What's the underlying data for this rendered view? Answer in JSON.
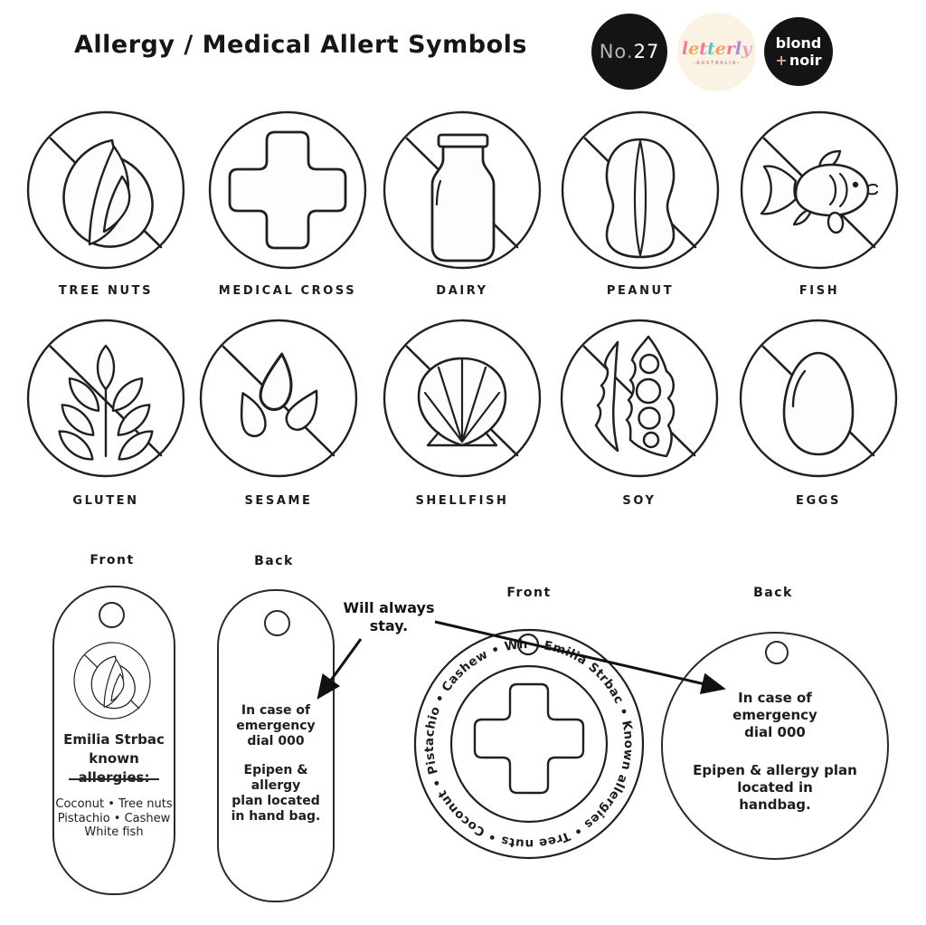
{
  "page": {
    "title": "Allergy / Medical Allert Symbols"
  },
  "logos": {
    "no27": {
      "prefix": "No",
      "dot": ".",
      "number": "27"
    },
    "letterly": {
      "sub": "AUSTRALIA",
      "letters": [
        {
          "ch": "l",
          "color": "#e87d9e"
        },
        {
          "ch": "e",
          "color": "#f0a468"
        },
        {
          "ch": "t",
          "color": "#e87d9e"
        },
        {
          "ch": "t",
          "color": "#5fc4bf"
        },
        {
          "ch": "e",
          "color": "#f0a468"
        },
        {
          "ch": "r",
          "color": "#e87d9e"
        },
        {
          "ch": "l",
          "color": "#b08ad6"
        },
        {
          "ch": "y",
          "color": "#ef9cc0"
        }
      ]
    },
    "blondnoir": {
      "line1": "blond",
      "plus": "+",
      "line2": "noir"
    }
  },
  "symbols": [
    {
      "label": "TREE NUTS"
    },
    {
      "label": "MEDICAL CROSS"
    },
    {
      "label": "DAIRY"
    },
    {
      "label": "PEANUT"
    },
    {
      "label": "FISH"
    },
    {
      "label": "GLUTEN"
    },
    {
      "label": "SESAME"
    },
    {
      "label": "SHELLFISH"
    },
    {
      "label": "SOY"
    },
    {
      "label": "EGGS"
    }
  ],
  "front_tag": {
    "label": "Front",
    "name_line1": "Emilia Strbac",
    "name_line2": "known allergies:",
    "allergies": [
      "Coconut • Tree nuts",
      "Pistachio • Cashew",
      "White fish"
    ]
  },
  "back_tag": {
    "label": "Back",
    "line1": "In case of",
    "line2": "emergency",
    "line3": "dial 000",
    "line4": "Epipen &",
    "line5": "allergy",
    "line6": "plan located",
    "line7": "in hand bag."
  },
  "annotation": {
    "line1": "Will always",
    "line2": "stay."
  },
  "round_front_tag": {
    "label": "Front",
    "ring_text": "Emilia Strbac • Known allergies • Tree nuts • Coconut • Pistachio • Cashew • White Fish •"
  },
  "round_back_tag": {
    "label": "Back",
    "line1": "In case of",
    "line2": "emergency",
    "line3": "dial 000",
    "line4": "Epipen &  allergy plan",
    "line5": "located in",
    "line6": "handbag."
  },
  "colors": {
    "ink": "#231f20",
    "accent_pink": "#dea198",
    "cream": "#faf3e3"
  }
}
